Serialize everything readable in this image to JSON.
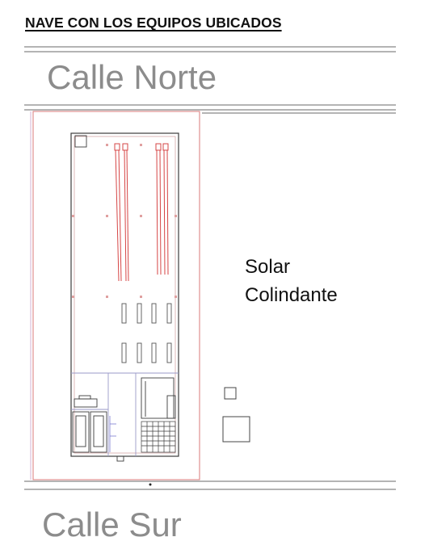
{
  "title": "NAVE CON LOS EQUIPOS UBICADOS",
  "street_north": "Calle Norte",
  "street_south": "Calle Sur",
  "plot_label": {
    "line1": "Solar",
    "line2": "Colindante"
  },
  "colors": {
    "title": "#111111",
    "street_text": "#8c8c8c",
    "plot_boundary": "#d97a7a",
    "building_outline": "#3c3c3c",
    "equipment": "#d64545",
    "interior_walls": "#9a9ac8",
    "street_lines": "#6a6a6a"
  }
}
